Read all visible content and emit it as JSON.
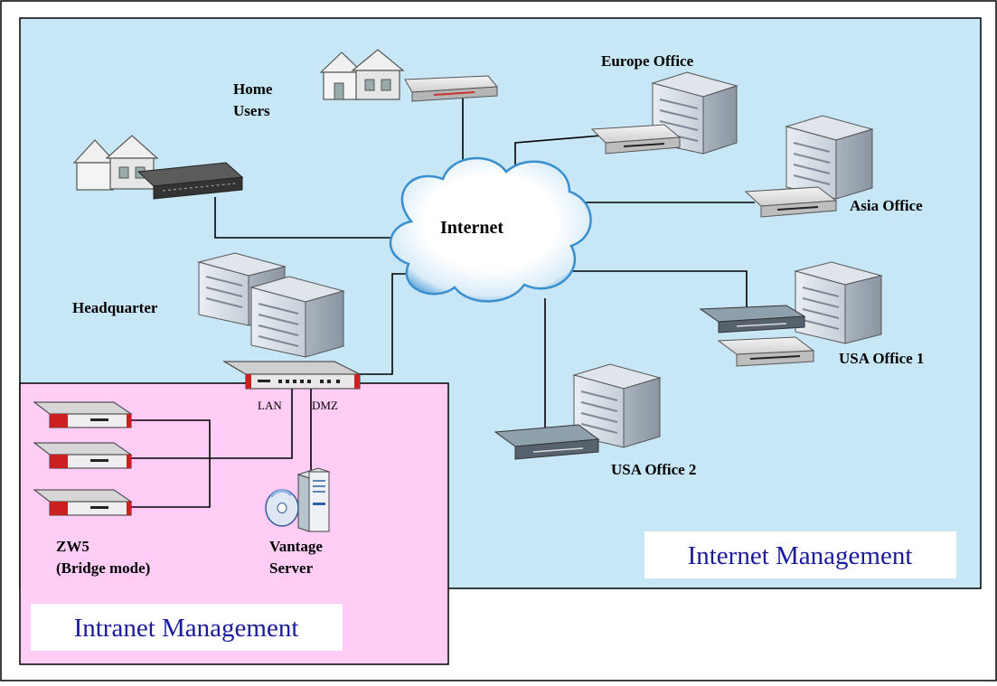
{
  "diagram": {
    "labels": {
      "internet": "Internet",
      "home_users_line1": "Home",
      "home_users_line2": "Users",
      "europe_office": "Europe Office",
      "asia_office": "Asia Office",
      "headquarter": "Headquarter",
      "usa_office_1": "USA Office 1",
      "usa_office_2": "USA Office 2",
      "zw5_line1": "ZW5",
      "zw5_line2": "(Bridge mode)",
      "vantage_line1": "Vantage",
      "vantage_line2": "Server",
      "lan_port": "LAN",
      "dmz_port": "DMZ"
    },
    "areas": {
      "internet_management": "Internet Management",
      "intranet_management": "Intranet Management"
    },
    "colors": {
      "internet_area": "#c7e6f6",
      "intranet_area": "#ffcdf6",
      "area_label_text": "#1a1a9c",
      "cloud_edge": "#3a8fcf",
      "link_line": "#000000",
      "zw5_accent": "#cc1f1f"
    },
    "icons": [
      "cloud-icon",
      "house-icon",
      "office-building-icon",
      "router-icon",
      "security-appliance-icon",
      "server-tower-icon",
      "cd-disc-icon"
    ]
  }
}
